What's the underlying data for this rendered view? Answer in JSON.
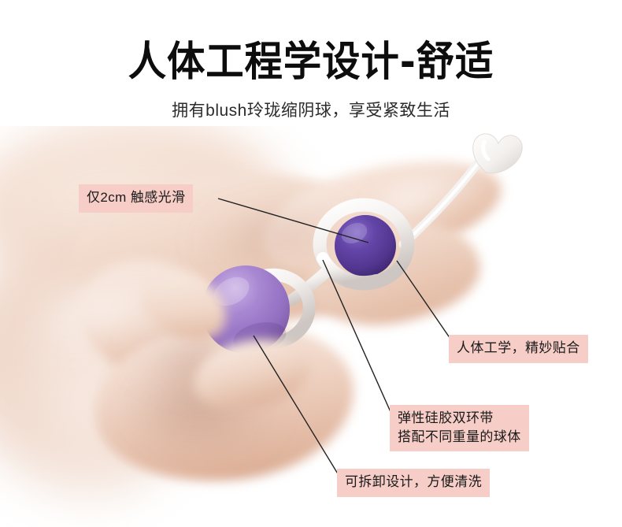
{
  "header": {
    "title": "人体工程学设计-舒适",
    "subtitle": "拥有blush玲珑缩阴球，享受紧致生活"
  },
  "callouts": [
    {
      "id": "smooth-touch",
      "text": "仅2cm 触感光滑",
      "lines": [
        "仅2cm 触感光滑"
      ]
    },
    {
      "id": "ergonomic-fit",
      "text": "人体工学，精妙贴合",
      "lines": [
        "人体工学，精妙贴合"
      ]
    },
    {
      "id": "silicone-double-ring",
      "text": "弹性硅胶双环带 搭配不同重量的球体",
      "lines": [
        "弹性硅胶双环带",
        "搭配不同重量的球体"
      ]
    },
    {
      "id": "detachable-design",
      "text": "可拆卸设计，方便清洗",
      "lines": [
        "可拆卸设计，方便清洗"
      ]
    }
  ],
  "product": {
    "light_ball_label": "light-purple-kegel-ball",
    "dark_ball_label": "dark-purple-kegel-ball",
    "band_label": "white-silicone-double-ring",
    "tail_label": "white-retrieval-tail"
  },
  "colors": {
    "callout_background": "#f6cdc7",
    "callout_text": "#1a1a1a",
    "title_text": "#0d0d0d",
    "subtitle_text": "#2b2b2b",
    "leader_line": "#222222",
    "light_ball": "#a07fc8",
    "light_ball_shadow": "#7b5ba3",
    "light_ball_highlight": "#c3a9de",
    "dark_ball": "#5b3c9c",
    "dark_ball_shadow": "#3f2874",
    "dark_ball_highlight": "#7d5fbd",
    "silicone_white": "#f4f2f1",
    "silicone_shadow": "#cfc9c6",
    "skin_light": "#f6e3d8",
    "skin_mid": "#e8c7b4",
    "skin_deep": "#d0a18b",
    "background": "#ffffff"
  }
}
